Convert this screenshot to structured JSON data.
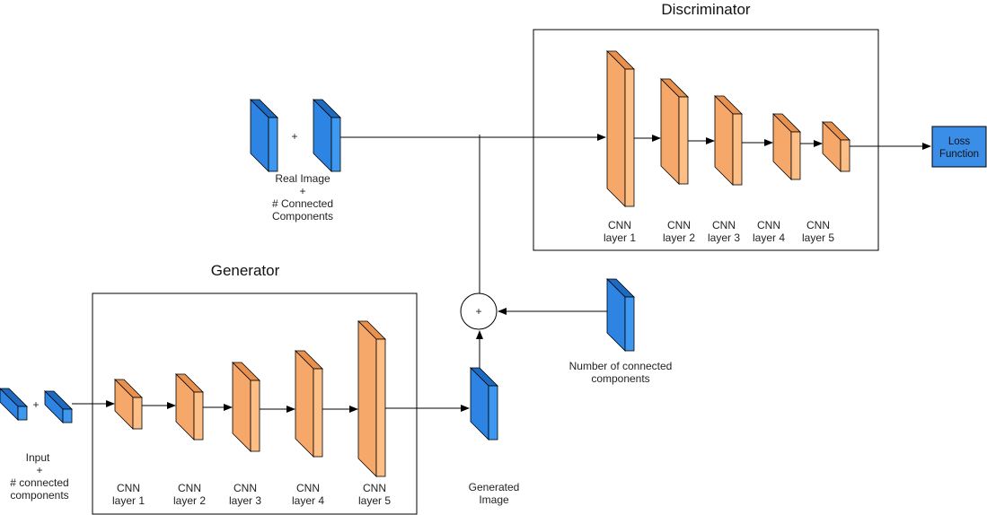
{
  "discriminator": {
    "title": "Discriminator",
    "layers": [
      {
        "line1": "CNN",
        "line2": "layer 1"
      },
      {
        "line1": "CNN",
        "line2": "layer 2"
      },
      {
        "line1": "CNN",
        "line2": "layer 3"
      },
      {
        "line1": "CNN",
        "line2": "layer 4"
      },
      {
        "line1": "CNN",
        "line2": "layer 5"
      }
    ]
  },
  "generator": {
    "title": "Generator",
    "layers": [
      {
        "line1": "CNN",
        "line2": "layer 1"
      },
      {
        "line1": "CNN",
        "line2": "layer 2"
      },
      {
        "line1": "CNN",
        "line2": "layer 3"
      },
      {
        "line1": "CNN",
        "line2": "layer 4"
      },
      {
        "line1": "CNN",
        "line2": "layer 5"
      }
    ]
  },
  "real_image": {
    "line1": "Real Image",
    "line2": "+",
    "line3": "# Connected",
    "line4": "Components"
  },
  "input": {
    "line1": "Input",
    "line2": "+",
    "line3": "# connected",
    "line4": "components"
  },
  "generated_image": {
    "line1": "Generated",
    "line2": "Image"
  },
  "num_components": {
    "line1": "Number of connected",
    "line2": "components"
  },
  "loss_function": {
    "line1": "Loss",
    "line2": "Function"
  },
  "plus_sign": "+",
  "colors": {
    "orange_front": "#f5a869",
    "orange_top": "#e8914e",
    "orange_side": "#fdbf86",
    "blue_front": "#2d84e2",
    "blue_top": "#1d6ac0",
    "blue_side": "#3f98f0",
    "loss_box": "#3a8ee8",
    "stroke": "#000000"
  }
}
